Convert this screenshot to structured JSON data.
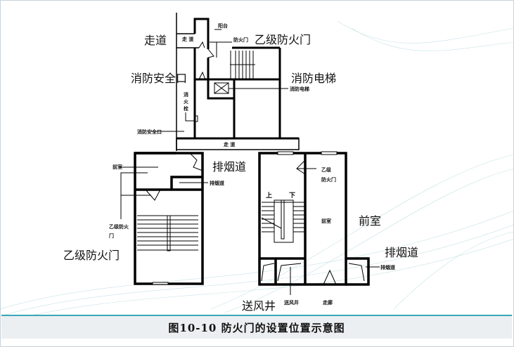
{
  "labels": {
    "corridor_top": "走道",
    "class_b_door_top": "乙级防火门",
    "fire_exit": "消防安全口",
    "fire_elevator": "消防电梯",
    "smoke_shaft_mid": "排烟道",
    "anteroom": "前室",
    "smoke_shaft_right": "排烟道",
    "class_b_door_left": "乙级防火门",
    "air_supply_shaft": "送风井"
  },
  "small_labels": {
    "balcony": "阳台",
    "corridor_a": "走 道",
    "fire_door": "防火门",
    "hydrant": "消火栓",
    "fire_exit_small": "消防安全口",
    "fire_elevator_small": "消防电梯",
    "corridor_b": "走 道",
    "anteroom_left": "前室",
    "smoke_shaft_left": "排烟道",
    "class_b_door_left_a": "乙级防火",
    "class_b_door_left_b": "门",
    "class_b_door_right_a": "乙级",
    "class_b_door_right_b": "防火门",
    "up": "上",
    "down": "下",
    "anteroom_right": "前室",
    "smoke_shaft_right_small": "排烟道",
    "air_shaft_small": "送风井",
    "hallway": "走廊"
  },
  "caption": "图10-10  防火门的设置位置示意图"
}
